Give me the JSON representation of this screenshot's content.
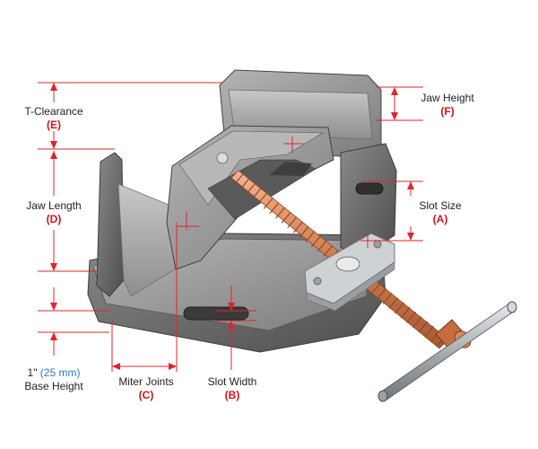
{
  "diagram": {
    "colors": {
      "dimension_line": "#e0242a",
      "code_text": "#d0141b",
      "metric_text": "#2a79c4",
      "casting_light": "#9a9a9a",
      "casting_dark": "#5a5a5a",
      "screw": "#d98a5c",
      "handle": "#b9bec4"
    },
    "labels": {
      "t_clearance": {
        "text": "T-Clearance",
        "code": "(E)"
      },
      "jaw_length": {
        "text": "Jaw Length",
        "code": "(D)"
      },
      "base_height": {
        "inch": "1\"",
        "mm": "(25 mm)",
        "text": "Base Height"
      },
      "miter_joints": {
        "text": "Miter Joints",
        "code": "(C)"
      },
      "slot_width": {
        "text": "Slot Width",
        "code": "(B)"
      },
      "jaw_height": {
        "text": "Jaw Height",
        "code": "(F)"
      },
      "slot_size": {
        "text": "Slot Size",
        "code": "(A)"
      }
    }
  }
}
